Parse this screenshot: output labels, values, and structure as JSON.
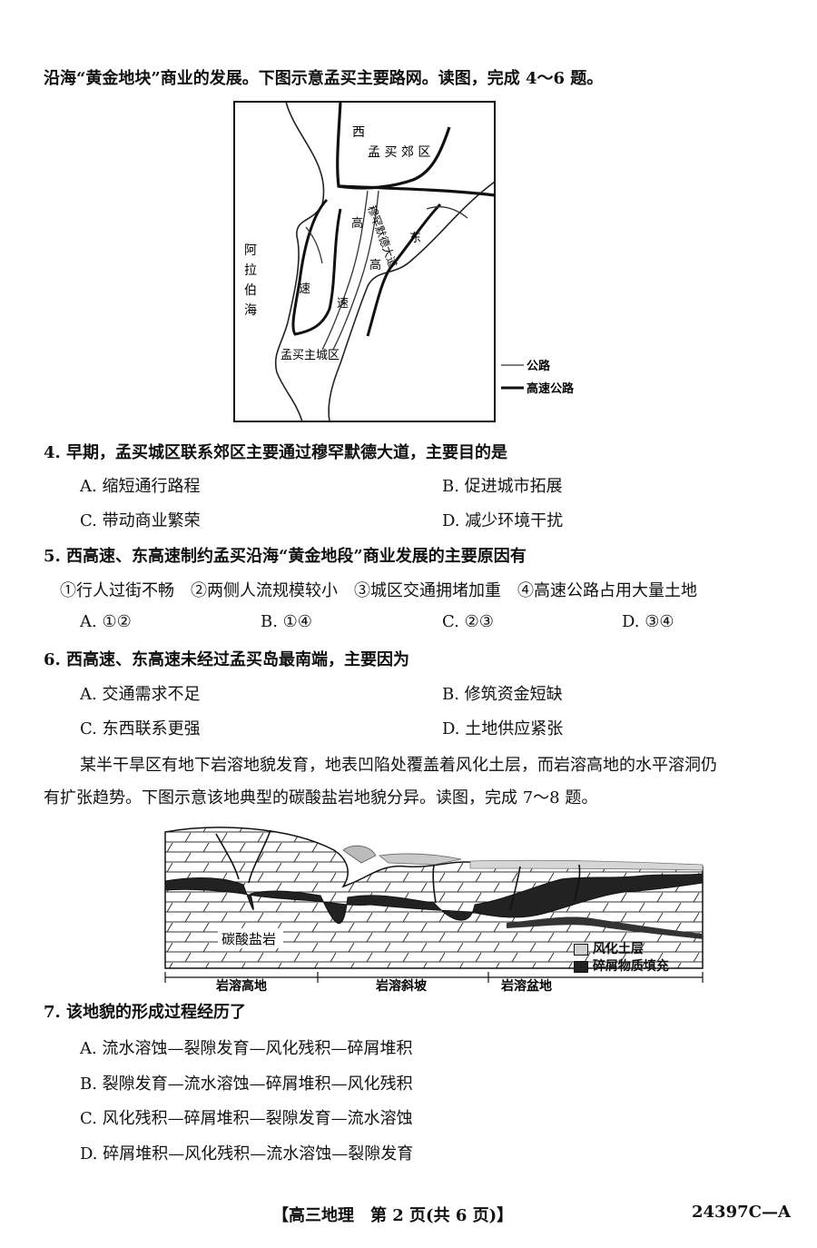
{
  "intro1": "沿海“黄金地块”商业的发展。下图示意孟买主要路网。读图，完成 4～6 题。",
  "map1": {
    "label_west": "西",
    "label_suburb": "孟 买 郊 区",
    "label_gao_left": "高",
    "label_su_left": "速",
    "label_road": "穆罕默德大道",
    "label_dong": "东",
    "label_gao_right": "高",
    "label_su_right": "速",
    "label_sea": [
      "阿",
      "拉",
      "伯",
      "海"
    ],
    "label_main_city": "孟买主城区",
    "legend_road": "公路",
    "legend_highway": "高速公路"
  },
  "q4": {
    "stem": "4. 早期，孟买城区联系郊区主要通过穆罕默德大道，主要目的是",
    "A": "A. 缩短通行路程",
    "B": "B. 促进城市拓展",
    "C": "C. 带动商业繁荣",
    "D": "D. 减少环境干扰"
  },
  "q5": {
    "stem": "5. 西高速、东高速制约孟买沿海“黄金地段”商业发展的主要原因有",
    "items": "①行人过街不畅　②两侧人流规模较小　③城区交通拥堵加重　④高速公路占用大量土地",
    "A": "A. ①②",
    "B": "B. ①④",
    "C": "C. ②③",
    "D": "D. ③④"
  },
  "q6": {
    "stem": "6. 西高速、东高速未经过孟买岛最南端，主要因为",
    "A": "A. 交通需求不足",
    "B": "B. 修筑资金短缺",
    "C": "C. 东西联系更强",
    "D": "D. 土地供应紧张"
  },
  "intro2_line1": "某半干旱区有地下岩溶地貌发育，地表凹陷处覆盖着风化土层，而岩溶高地的水平溶洞仍",
  "intro2_line2": "有扩张趋势。下图示意该地典型的碳酸盐岩地貌分异。读图，完成 7～8 题。",
  "diagram2": {
    "rock_label": "碳酸盐岩",
    "legend_soil": "风化土层",
    "legend_fill": "碎屑物质填充",
    "zone1": "岩溶高地",
    "zone2": "岩溶斜坡",
    "zone3": "岩溶盆地"
  },
  "q7": {
    "stem": "7. 该地貌的形成过程经历了",
    "A": "A. 流水溶蚀—裂隙发育—风化残积—碎屑堆积",
    "B": "B. 裂隙发育—流水溶蚀—碎屑堆积—风化残积",
    "C": "C. 风化残积—碎屑堆积—裂隙发育—流水溶蚀",
    "D": "D. 碎屑堆积—风化残积—流水溶蚀—裂隙发育"
  },
  "footer": {
    "center": "【高三地理　第 2 页(共 6 页)】",
    "code": "24397C—A"
  }
}
